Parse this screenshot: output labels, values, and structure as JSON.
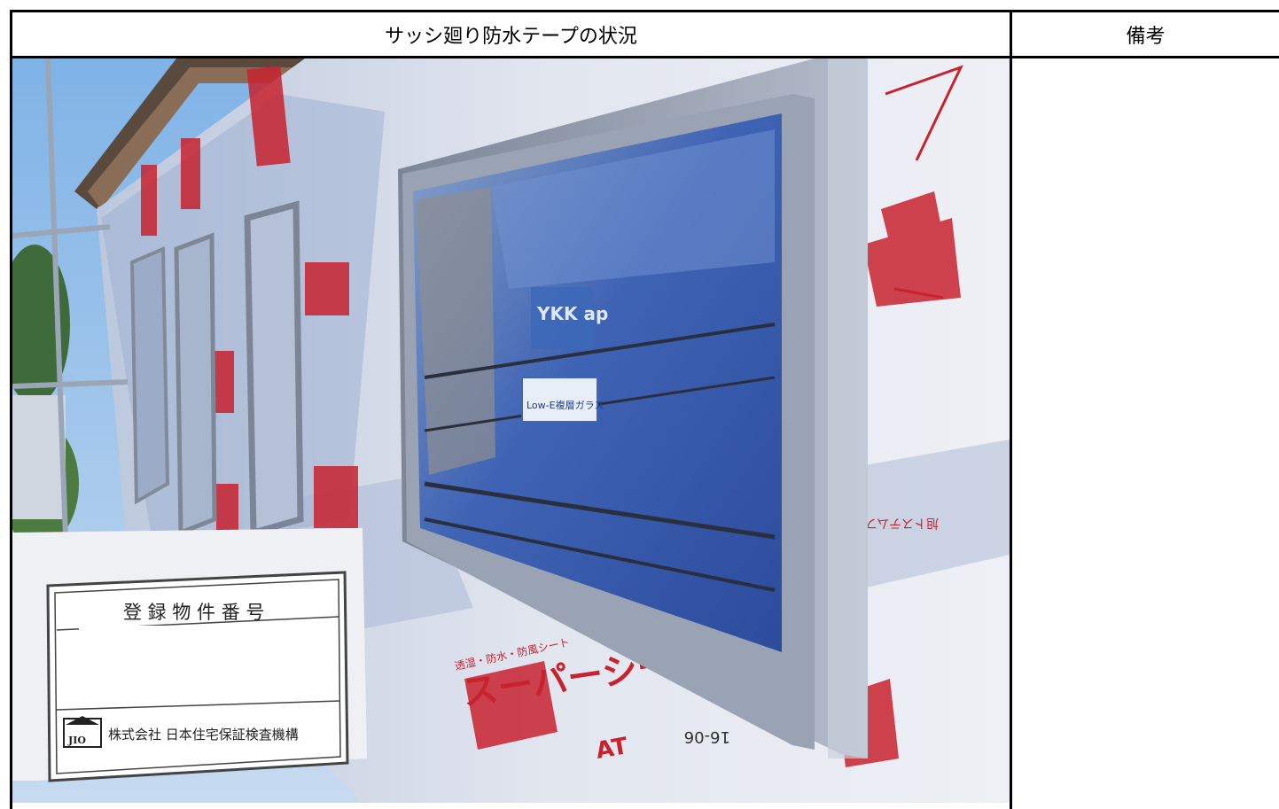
{
  "table": {
    "header_title": "サッシ廻り防水テープの状況",
    "header_note": "備考"
  },
  "photo": {
    "sign_title": "登 録 物 件 番 号",
    "sign_company": "株式会社 日本住宅保証検査機構",
    "sign_logo": "JIO",
    "sheet_brand": "スーパーシート",
    "sheet_brand_short": "AT",
    "sheet_subtitle": "透湿・防水・防風シート",
    "glass_label_brand": "YKK ap",
    "glass_label_text": "Low-E複層ガラス",
    "frame_marking": "16-06",
    "tape_label": "旭トステムファイバー"
  },
  "remarks": {
    "text": ""
  }
}
